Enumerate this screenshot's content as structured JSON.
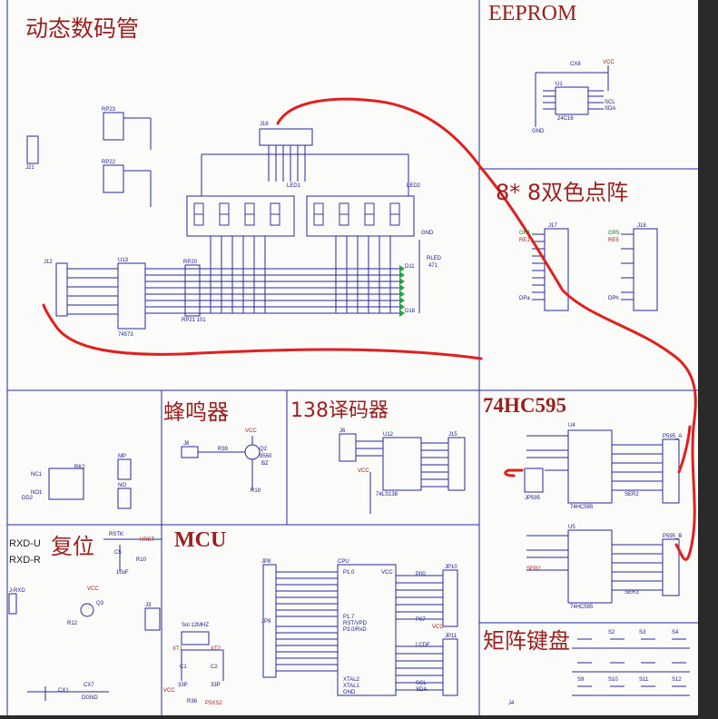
{
  "sections": {
    "dynamic_tube": "动态数码管",
    "eeprom": "EEPROM",
    "led_matrix": "8* 8双色点阵",
    "buzzer": "蜂鸣器",
    "decoder_138": "138译码器",
    "hc595": "74HC595",
    "reset": "复位",
    "mcu": "MCU",
    "matrix_keypad": "矩阵键盘"
  },
  "labels": {
    "rxd_u": "RXD-U",
    "rxd_r": "RXD-R",
    "j16": "J16",
    "led1": "LED1",
    "led2": "LED2",
    "rp23": "RP23",
    "rp22": "RP22",
    "j21": "J21",
    "j12": "J12",
    "u13": "U13",
    "ic_74573": "74573",
    "rp20": "RP20",
    "rp21": "RP21 101",
    "gnd": "GND",
    "vcc": "VCC",
    "rled": "RLED",
    "r471": "471",
    "d11": "D11",
    "d18": "D18",
    "cx8": "CX8",
    "u1": "U1",
    "ic_24c16": "24C16",
    "scl": "SCL",
    "sda": "SDA",
    "j17": "J17",
    "j18": "J18",
    "gr1": "GR1",
    "re1": "RE1",
    "gr5": "GR5",
    "re5": "RE5",
    "dpa": "DPa",
    "dph": "DPh",
    "rk2": "RK2",
    "nc1": "NC1",
    "no1": "NO1",
    "mp": "MP",
    "no": "NO",
    "dd2": "DD2",
    "j8": "J8",
    "r39": "R39",
    "q2": "Q2",
    "t8550": "8550",
    "bz": "BZ",
    "r19": "R19",
    "j6": "J6",
    "u12": "U12",
    "ic_74ls138": "74LS138",
    "j15": "J15",
    "u4": "U4",
    "u5": "U5",
    "ic_74hc595": "74HC595",
    "p595_a": "P595_A",
    "p595_b": "P595_B",
    "jp595": "JP595",
    "ser2": "SER2",
    "ser3": "SER3",
    "rstk": "RSTK",
    "c5": "C5",
    "c10uf": "10uF",
    "r10": "R10",
    "hrst": "HRST",
    "q3": "Q3",
    "r12": "R12",
    "j3": "J3",
    "j_rxd": "J-RXD",
    "jp8": "JP8",
    "jp9": "JP9",
    "cpu": "CPU",
    "jp10": "JP10",
    "jp11": "JP11",
    "p10": "P1.0",
    "p17": "P1.7",
    "rst_vpd": "RST/VPD",
    "p30": "P3.0/RxD",
    "xtal2": "XTAL2",
    "xtal1": "XTAL1",
    "p00": "P00",
    "p07": "P07",
    "lcde": "LCDE",
    "crystal": "Sol 12MHZ",
    "xt1": "XT1",
    "xt2": "XT2",
    "c1": "C1",
    "c2": "C2",
    "c33p": "33P",
    "r36": "R36",
    "p3xs2": "P3XS2",
    "s2": "S2",
    "s3": "S3",
    "s4": "S4",
    "s9": "S9",
    "s10": "S10",
    "s11": "S11",
    "s12": "S12",
    "j4": "J4",
    "cx7": "CX7",
    "cx1": "CX1",
    "dgnd": "DGND"
  },
  "colors": {
    "title_red": "#9a1f1f",
    "wire_blue": "#2a2a9a",
    "annotation_red": "#e02020",
    "led_green": "#27a04a"
  }
}
